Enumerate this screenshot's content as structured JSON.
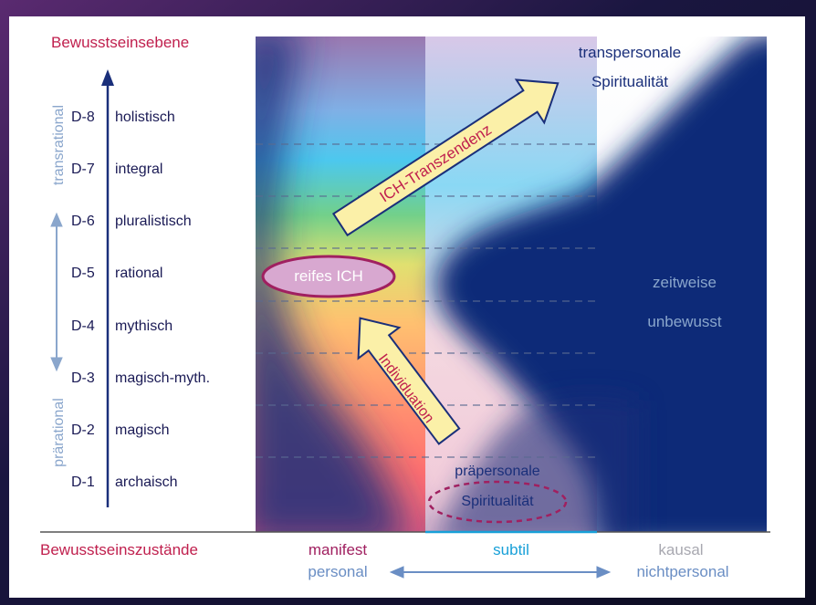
{
  "title": "Bewusstseinsebene",
  "side_labels": {
    "upper": "transrational",
    "lower": "prärational"
  },
  "levels": [
    {
      "code": "D-8",
      "name": "holistisch"
    },
    {
      "code": "D-7",
      "name": "integral"
    },
    {
      "code": "D-6",
      "name": "pluralistisch"
    },
    {
      "code": "D-5",
      "name": "rational"
    },
    {
      "code": "D-4",
      "name": "mythisch"
    },
    {
      "code": "D-3",
      "name": "magisch-myth."
    },
    {
      "code": "D-2",
      "name": "magisch"
    },
    {
      "code": "D-1",
      "name": "archaisch"
    }
  ],
  "annotations": {
    "top_right_line1": "transpersonale",
    "top_right_line2": "Spiritualität",
    "transcendence_arrow": "ICH-Transzendenz",
    "individuation_arrow": "Individuation",
    "mature_ego": "reifes ICH",
    "unconscious_line1": "zeitweise",
    "unconscious_line2": "unbewusst",
    "prepersonal_line1": "präpersonale",
    "prepersonal_line2": "Spiritualität"
  },
  "footer": {
    "states_label": "Bewusstseinszustände",
    "manifest": "manifest",
    "subtil": "subtil",
    "kausal": "kausal",
    "personal": "personal",
    "nichtpersonal": "nichtpersonal"
  },
  "colors": {
    "title": "#c0204e",
    "navy": "#1a2f7a",
    "light_blue": "#8aa6cc",
    "cyan": "#18a0d8",
    "arrow_fill": "#fbf0a8"
  }
}
